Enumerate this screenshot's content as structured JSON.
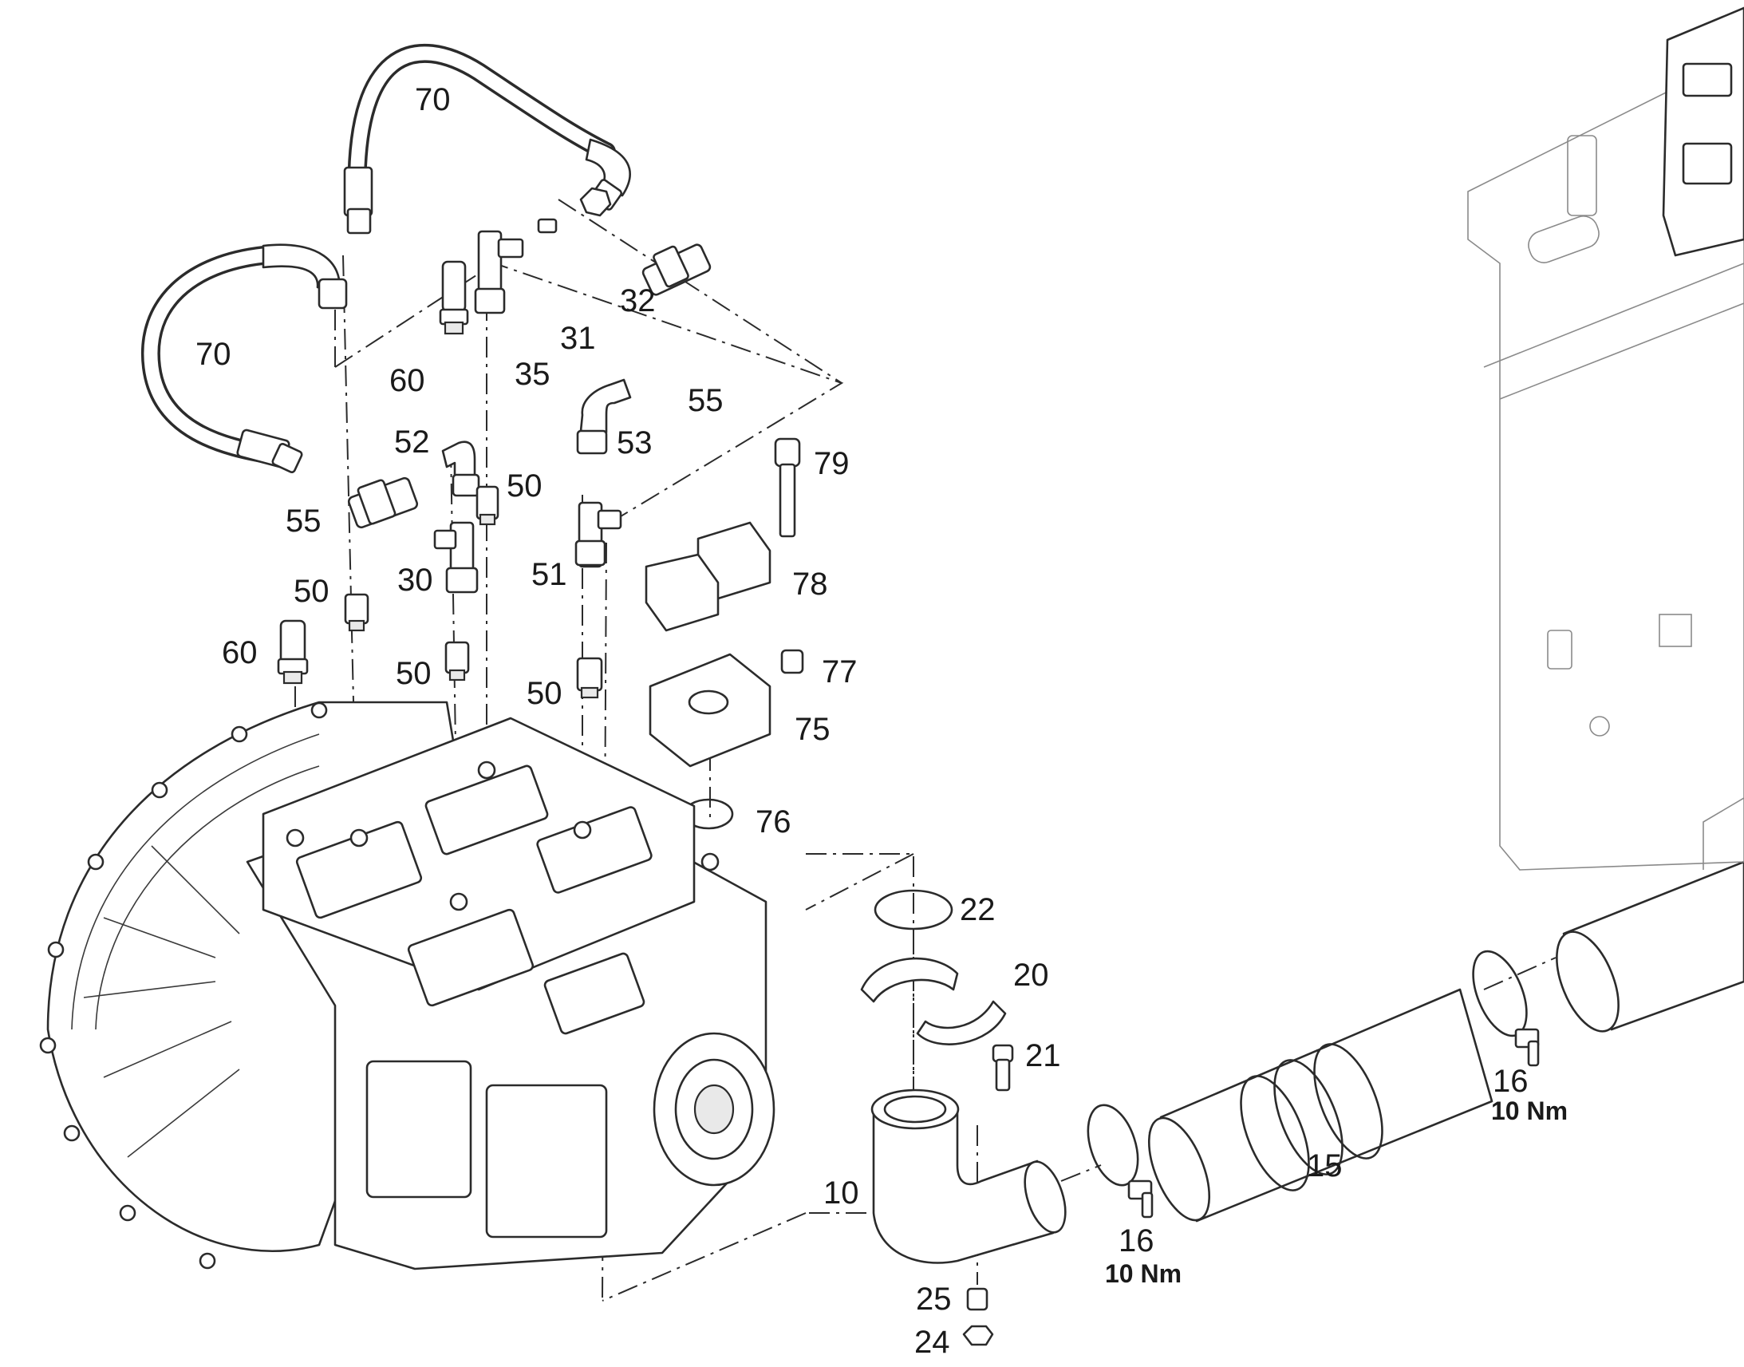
{
  "labels": [
    {
      "id": "70a",
      "text": "70"
    },
    {
      "id": "70b",
      "text": "70"
    },
    {
      "id": "32",
      "text": "32"
    },
    {
      "id": "31",
      "text": "31"
    },
    {
      "id": "35",
      "text": "35"
    },
    {
      "id": "60a",
      "text": "60"
    },
    {
      "id": "55a",
      "text": "55"
    },
    {
      "id": "53",
      "text": "53"
    },
    {
      "id": "52",
      "text": "52"
    },
    {
      "id": "50a",
      "text": "50"
    },
    {
      "id": "79",
      "text": "79"
    },
    {
      "id": "55b",
      "text": "55"
    },
    {
      "id": "30",
      "text": "30"
    },
    {
      "id": "51",
      "text": "51"
    },
    {
      "id": "78",
      "text": "78"
    },
    {
      "id": "50b",
      "text": "50"
    },
    {
      "id": "60b",
      "text": "60"
    },
    {
      "id": "50c",
      "text": "50"
    },
    {
      "id": "77",
      "text": "77"
    },
    {
      "id": "50d",
      "text": "50"
    },
    {
      "id": "75",
      "text": "75"
    },
    {
      "id": "76",
      "text": "76"
    },
    {
      "id": "22",
      "text": "22"
    },
    {
      "id": "20",
      "text": "20"
    },
    {
      "id": "21",
      "text": "21"
    },
    {
      "id": "16a",
      "text": "16"
    },
    {
      "id": "15",
      "text": "15"
    },
    {
      "id": "10",
      "text": "10"
    },
    {
      "id": "16b",
      "text": "16"
    },
    {
      "id": "25",
      "text": "25"
    },
    {
      "id": "24",
      "text": "24"
    }
  ],
  "torques": [
    {
      "id": "t16a",
      "text": "10 Nm"
    },
    {
      "id": "t16b",
      "text": "10 Nm"
    }
  ]
}
